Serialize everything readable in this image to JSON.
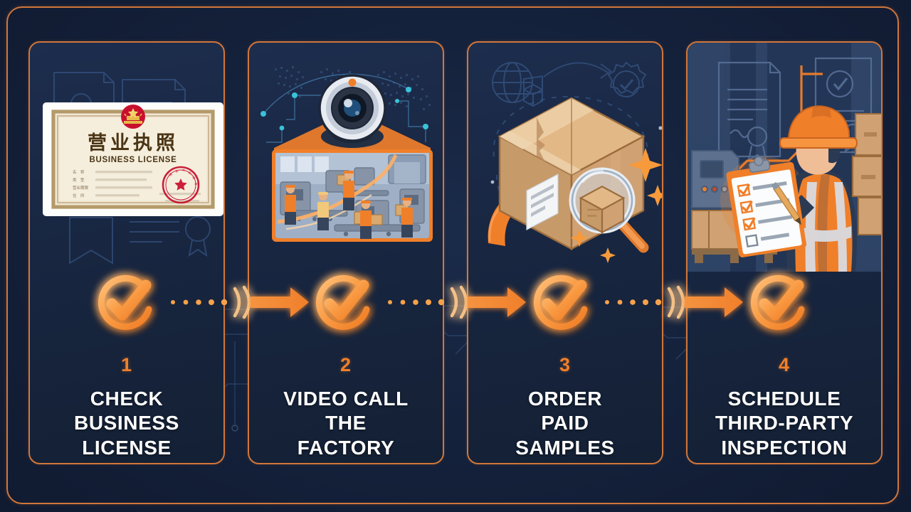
{
  "theme": {
    "background": "#15223c",
    "accent": "#f07f2a",
    "border": "#d1763a",
    "text": "#ffffff",
    "panel_bg": "#1d2d4d",
    "circuit": "#3f5f8c"
  },
  "frame": {
    "label": "Supplier verification 4-step process infographic"
  },
  "steps": [
    {
      "number": "1",
      "title": "CHECK\nBUSINESS\nLICENSE",
      "title_lines": [
        "CHECK",
        "BUSINESS",
        "LICENSE"
      ],
      "icon": "check-circle-icon",
      "artwork": "business-license-certificate",
      "artwork_text": {
        "chinese_title": "营业执照",
        "english_title": "BUSINESS LICENSE",
        "seal": "red-official-seal",
        "emblem": "national-emblem"
      }
    },
    {
      "number": "2",
      "title": "VIDEO CALL\nTHE\nFACTORY",
      "title_lines": [
        "VIDEO CALL",
        "THE",
        "FACTORY"
      ],
      "icon": "check-circle-icon",
      "artwork": "webcam-projecting-factory-floor",
      "artwork_text": {
        "device": "webcam",
        "scene": "factory-production-line-with-workers"
      }
    },
    {
      "number": "3",
      "title": "ORDER\nPAID\nSAMPLES",
      "title_lines": [
        "ORDER",
        "PAID",
        "SAMPLES"
      ],
      "icon": "check-circle-icon",
      "artwork": "cardboard-box-with-magnifier",
      "artwork_text": {
        "box": "shipping-carton",
        "tool": "magnifying-glass",
        "background_icons": "globe, verified-badge, dashed-route, sparkles"
      }
    },
    {
      "number": "4",
      "title": "SCHEDULE\nTHIRD-PARTY\nINSPECTION",
      "title_lines": [
        "SCHEDULE",
        "THIRD-PARTY",
        "INSPECTION"
      ],
      "icon": "check-circle-icon",
      "artwork": "inspector-with-clipboard-in-warehouse",
      "artwork_text": {
        "person": "inspector-hardhat-safety-vest",
        "tool": "clipboard-checklist",
        "background_icons": "certificate, verified-document, pallets, machinery"
      }
    }
  ],
  "connectors": [
    {
      "name": "connector-1-to-2",
      "icon": "arrow-right-icon"
    },
    {
      "name": "connector-2-to-3",
      "icon": "arrow-right-icon"
    },
    {
      "name": "connector-3-to-4",
      "icon": "arrow-right-icon"
    }
  ]
}
